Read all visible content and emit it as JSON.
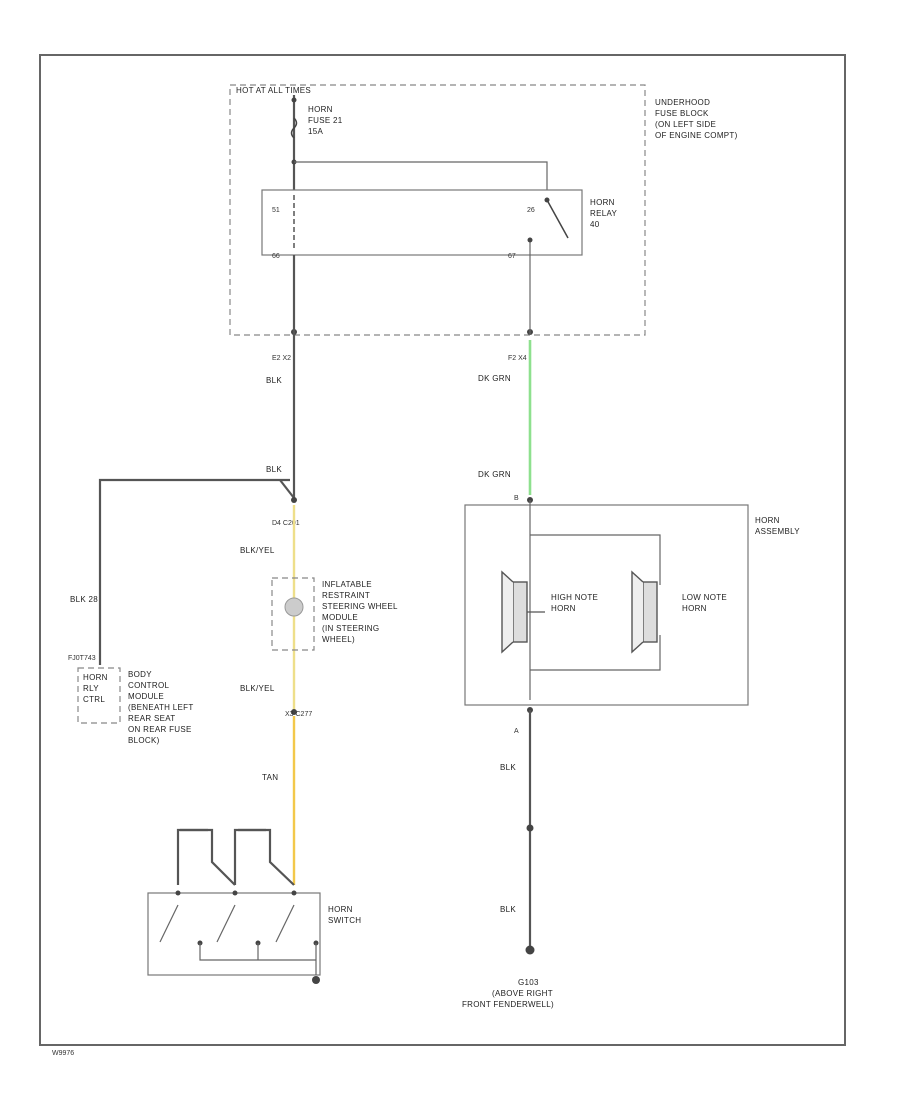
{
  "hot_at_all_times": "HOT AT ALL TIMES",
  "underhood_fuse_block": [
    "UNDERHOOD",
    "FUSE BLOCK",
    "(ON LEFT SIDE",
    "OF ENGINE COMPT)"
  ],
  "horn_fuse": [
    "HORN",
    "FUSE 21",
    "15A"
  ],
  "horn_relay": [
    "HORN",
    "RELAY",
    "40"
  ],
  "relay_pins": {
    "p1": "51",
    "p2": "26",
    "p3": "66",
    "p4": "67"
  },
  "connector_e2": "E2  X2",
  "connector_f2": "F2  X4",
  "wire_blk_1": "BLK",
  "wire_dk_grn_1": "DK GRN",
  "wire_dk_grn_2": "DK GRN",
  "wire_blk_2": "BLK",
  "connector_c201": "D4    C201",
  "wire_blk_yel_1": "BLK/YEL",
  "wire_blk_28": "BLK  28",
  "inflatable_restraint": [
    "INFLATABLE",
    "RESTRAINT",
    "STEERING WHEEL",
    "MODULE",
    "(IN STEERING",
    "WHEEL)"
  ],
  "bcm_connector": "FJ0T743",
  "horn_rly_ctrl": [
    "HORN",
    "RLY",
    "CTRL"
  ],
  "body_control_module": [
    "BODY",
    "CONTROL",
    "MODULE",
    "(BENEATH LEFT",
    "REAR SEAT",
    "ON REAR FUSE",
    "BLOCK)"
  ],
  "wire_blk_yel_2": "BLK/YEL",
  "connector_c277": "X3  C277",
  "wire_tan": "TAN",
  "horn_switch": [
    "HORN",
    "SWITCH"
  ],
  "horn_assembly": [
    "HORN",
    "ASSEMBLY"
  ],
  "horn_assembly_pin_b": "B",
  "horn_assembly_pin_a": "A",
  "high_note_horn": [
    "HIGH NOTE",
    "HORN"
  ],
  "low_note_horn": [
    "LOW NOTE",
    "HORN"
  ],
  "wire_blk_3": "BLK",
  "wire_blk_4": "BLK",
  "ground_g103": [
    "G103",
    "(ABOVE RIGHT",
    "FRONT FENDERWELL)"
  ],
  "figure_code": "W9976",
  "colors": {
    "dk_grn": "#8ee08e",
    "tan": "#f3c84a",
    "wire": "#555555"
  }
}
